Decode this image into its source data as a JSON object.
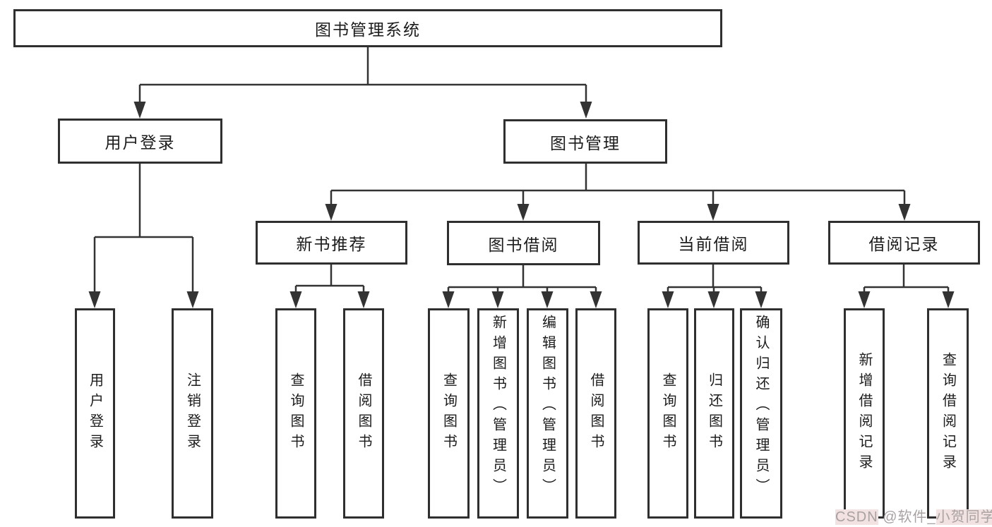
{
  "tree": {
    "root": {
      "label": "图书管理系统"
    },
    "branches": [
      {
        "label": "用户登录",
        "leaves": [
          {
            "label": "用户登录"
          },
          {
            "label": "注销登录"
          }
        ]
      },
      {
        "label": "图书管理",
        "groups": [
          {
            "label": "新书推荐",
            "leaves": [
              {
                "label": "查询图书"
              },
              {
                "label": "借阅图书"
              }
            ]
          },
          {
            "label": "图书借阅",
            "leaves": [
              {
                "label": "查询图书"
              },
              {
                "label": "新增图书（管理员）"
              },
              {
                "label": "编辑图书（管理员）"
              },
              {
                "label": "借阅图书"
              }
            ]
          },
          {
            "label": "当前借阅",
            "leaves": [
              {
                "label": "查询图书"
              },
              {
                "label": "归还图书"
              },
              {
                "label": "确认归还（管理员）"
              }
            ]
          },
          {
            "label": "借阅记录",
            "leaves": [
              {
                "label": "新增借阅记录"
              },
              {
                "label": "查询借阅记录"
              }
            ]
          }
        ]
      }
    ]
  },
  "watermark": {
    "parts": [
      {
        "text": "CSDN"
      },
      {
        "text": " @软件_"
      },
      {
        "text": "小贺同学"
      }
    ]
  },
  "colors": {
    "line": "#333333",
    "box_border": "#2f2f2f",
    "text": "#1c1c1c",
    "watermark_text": "#a9a2a2",
    "watermark_highlight": "#f3e2e2"
  }
}
